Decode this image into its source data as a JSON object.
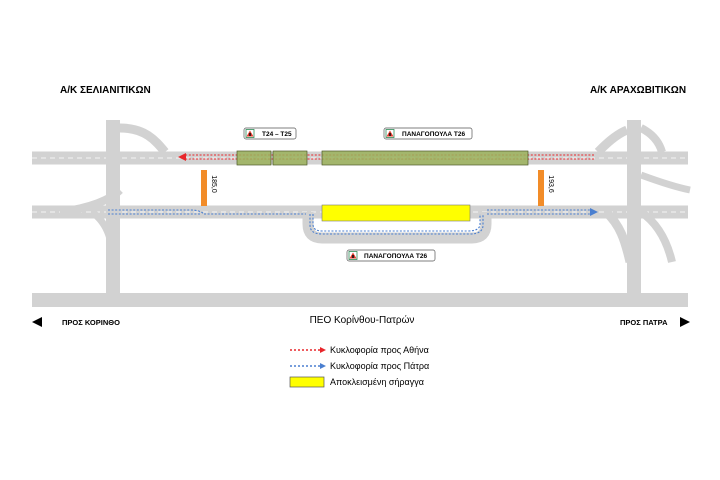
{
  "junctions": {
    "left": "Α/Κ ΣΕΛΙΑΝΙΤΙΚΩΝ",
    "right": "Α/Κ ΑΡΑΧΩΒΙΤΙΚΩΝ"
  },
  "road": {
    "name": "ΠΕΟ Κορίνθου-Πατρών",
    "direction_left": "ΠΡΟΣ ΚΟΡΙΝΘΟ",
    "direction_right": "ΠΡΟΣ ΠΑΤΡΑ"
  },
  "tunnels": [
    {
      "name": "Τ24 – Τ25",
      "icon": "tunnel-warning-icon"
    },
    {
      "name": "ΠΑΝΑΓΟΠΟΥΛΑ Τ26",
      "icon": "tunnel-warning-icon"
    },
    {
      "name": "ΠΑΝΑΓΟΠΟΥΛΑ Τ26",
      "icon": "tunnel-warning-icon"
    }
  ],
  "crossovers": [
    {
      "chainage": "185,0"
    },
    {
      "chainage": "193,6"
    }
  ],
  "legend": [
    {
      "label": "Κυκλοφορία προς Αθήνα",
      "symbol": "red-dashed-arrow"
    },
    {
      "label": "Κυκλοφορία προς Πάτρα",
      "symbol": "blue-dashed-arrow"
    },
    {
      "label": "Αποκλεισμένη σήραγγα",
      "symbol": "yellow-box"
    }
  ],
  "colors": {
    "road": "#d2d2d2",
    "lane_marking": "#ffffff",
    "traffic_to_athens": "#e8262b",
    "traffic_to_patras": "#4a7fd0",
    "closed_tunnel": "#ffff00",
    "tunnel_overlay": "#9bb25a",
    "crossover": "#f28c28",
    "sign_border": "#2e8b57"
  }
}
